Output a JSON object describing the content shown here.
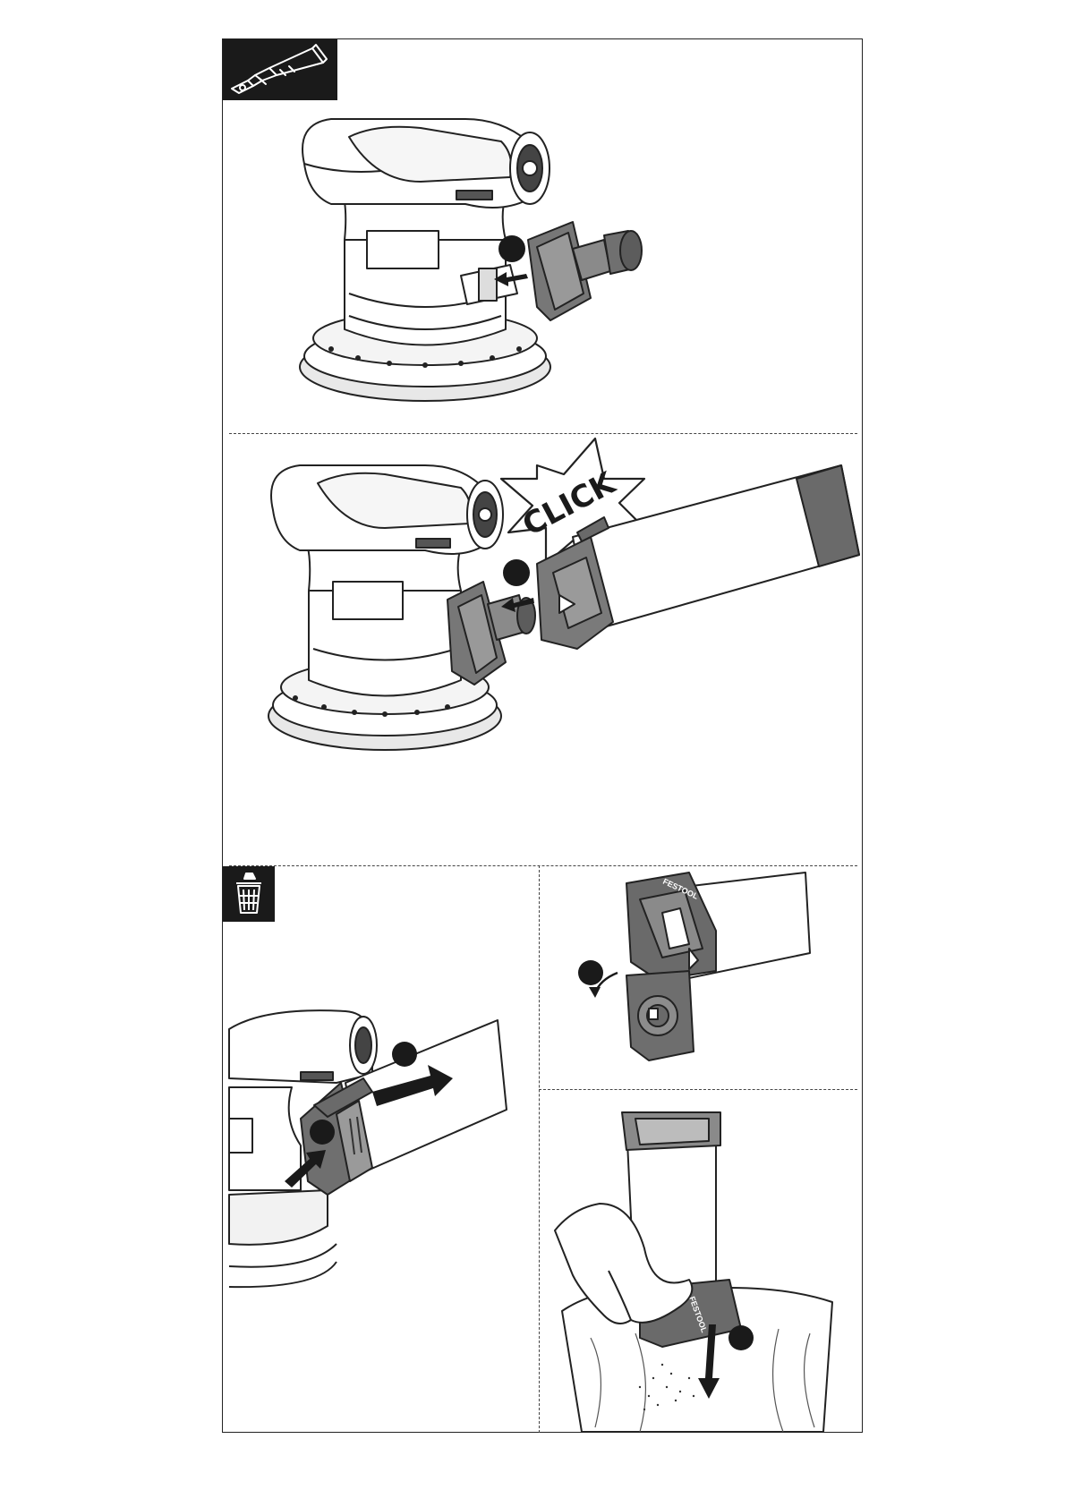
{
  "page": {
    "section_icons": [
      "dust-extractor-adapter-icon",
      "trash-bin-icon"
    ]
  },
  "panel_1": {
    "step_marker": "",
    "icons": [
      "sander-icon",
      "dust-cap-icon",
      "insert-arrow-icon"
    ]
  },
  "panel_2": {
    "click_label": "CLICK",
    "step_marker": "",
    "icons": [
      "sander-icon",
      "dust-cap-icon",
      "dust-container-icon",
      "insert-arrow-icon"
    ]
  },
  "panel_3": {
    "step_markers": [
      "",
      ""
    ],
    "icons": [
      "sander-icon",
      "dust-container-icon",
      "press-arrow-icon",
      "pull-arrow-icon"
    ]
  },
  "panel_4": {
    "step_marker": "",
    "brand_label": "FESTOOL",
    "icons": [
      "dust-container-icon",
      "open-lid-arrow-icon"
    ]
  },
  "panel_5": {
    "step_marker": "",
    "brand_label": "FESTOOL",
    "icons": [
      "hand-icon",
      "dust-container-icon",
      "trash-bag-icon",
      "empty-arrow-icon"
    ]
  },
  "colors": {
    "ink": "#1a1a1a",
    "line": "#222222",
    "grey_dark": "#5c5c5c",
    "grey_mid": "#8a8a8a",
    "grey_light": "#c9c9c9",
    "paper": "#ffffff"
  }
}
